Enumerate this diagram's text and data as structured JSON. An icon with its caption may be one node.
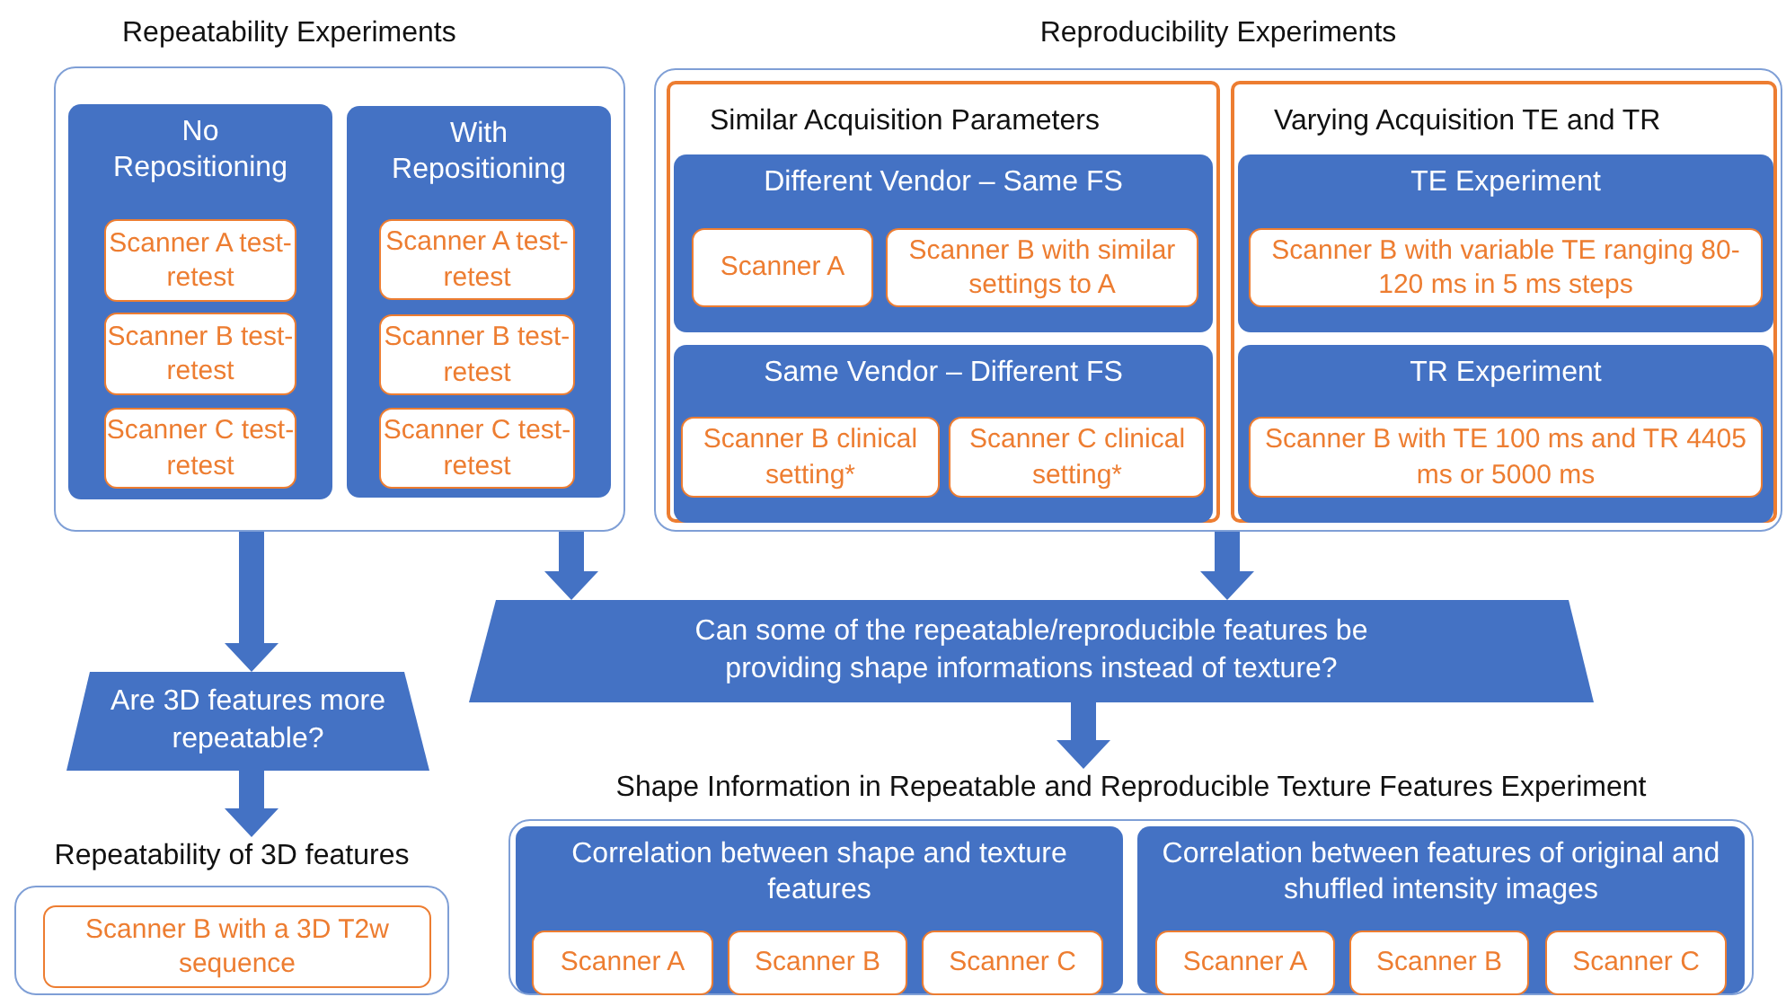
{
  "diagram": {
    "nodes": [
      {
        "text": [
          "Repeatability Experiments"
        ]
      },
      {
        "text": [
          "No Repositioning"
        ],
        "in": 0
      },
      {
        "text": [
          "Scanner A test-retest"
        ],
        "in": 1
      },
      {
        "text": [
          "Scanner B test-retest"
        ],
        "in": 1
      },
      {
        "text": [
          "Scanner C test-retest"
        ],
        "in": 1
      },
      {
        "text": [
          "With Repositioning"
        ],
        "in": 0
      },
      {
        "text": [
          "Scanner A test-retest"
        ],
        "in": 5
      },
      {
        "text": [
          "Scanner B test-retest"
        ],
        "in": 5
      },
      {
        "text": [
          "Scanner C test-retest"
        ],
        "in": 5
      },
      {
        "text": [
          "Reproducibility Experiments"
        ]
      },
      {
        "text": [
          "Similar Acquisition Parameters"
        ],
        "in": 9
      },
      {
        "text": [
          "Different Vendor – Same FS"
        ],
        "in": 10
      },
      {
        "text": [
          "Scanner A"
        ],
        "in": 11
      },
      {
        "text": [
          "Scanner B with similar settings to A"
        ],
        "in": 11
      },
      {
        "text": [
          "Same Vendor – Different FS"
        ],
        "in": 10
      },
      {
        "text": [
          "Scanner B clinical setting*"
        ],
        "in": 14
      },
      {
        "text": [
          "Scanner C clinical setting*"
        ],
        "in": 14
      },
      {
        "text": [
          "Varying Acquisition TE and TR"
        ],
        "in": 9
      },
      {
        "text": [
          "TE Experiment"
        ],
        "in": 17
      },
      {
        "text": [
          "Scanner B with variable TE ranging 80-120 ms in 5 ms steps"
        ],
        "in": 18
      },
      {
        "text": [
          "TR Experiment"
        ],
        "in": 17
      },
      {
        "text": [
          "Scanner B with TE 100 ms and TR 4405 ms or 5000 ms"
        ],
        "in": 20
      },
      {
        "text": [
          "Are 3D features more repeatable?"
        ]
      },
      {
        "text": [
          "Can some of the repeatable/reproducible features be providing shape informations instead of texture?"
        ]
      },
      {
        "text": [
          "Repeatability of 3D features"
        ]
      },
      {
        "text": [
          "Scanner B with a 3D T2w sequence"
        ],
        "in": 24
      },
      {
        "text": [
          "Shape Information in Repeatable and Reproducible Texture Features Experiment"
        ]
      },
      {
        "text": [
          "Correlation between shape and texture features"
        ],
        "in": 26
      },
      {
        "text": [
          "Scanner A"
        ],
        "in": 27
      },
      {
        "text": [
          "Scanner B"
        ],
        "in": 27
      },
      {
        "text": [
          "Scanner C"
        ],
        "in": 27
      },
      {
        "text": [
          "Correlation between features of original and shuffled intensity images"
        ],
        "in": 26
      },
      {
        "text": [
          "Scanner A"
        ],
        "in": 31
      },
      {
        "text": [
          "Scanner B"
        ],
        "in": 31
      },
      {
        "text": [
          "Scanner C"
        ],
        "in": 31
      }
    ],
    "edges": [
      {
        "from": 0,
        "to": 22,
        "arrow": "to"
      },
      {
        "from": 0,
        "to": 23,
        "arrow": "to"
      },
      {
        "from": 9,
        "to": 23,
        "arrow": "to"
      },
      {
        "from": 22,
        "to": 24,
        "arrow": "to"
      },
      {
        "from": 23,
        "to": 26,
        "arrow": "to"
      }
    ]
  }
}
